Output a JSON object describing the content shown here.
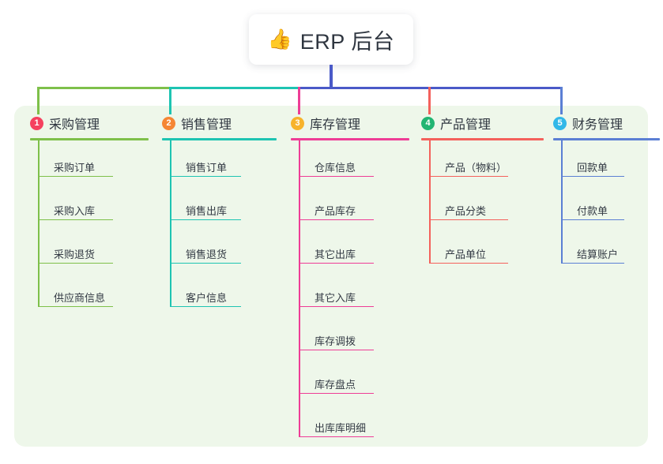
{
  "root": {
    "icon": "thumbs-up-icon",
    "emoji": "👍",
    "title": "ERP 后台"
  },
  "panel": {
    "background": "#eef7ea"
  },
  "trunk_color": "#4a5ac8",
  "columns": [
    {
      "index": "1",
      "title": "采购管理",
      "badge_color": "#f5415f",
      "line_color": "#7ec04a",
      "items": [
        "采购订单",
        "采购入库",
        "采购退货",
        "供应商信息"
      ]
    },
    {
      "index": "2",
      "title": "销售管理",
      "badge_color": "#f58634",
      "line_color": "#1ec4b2",
      "items": [
        "销售订单",
        "销售出库",
        "销售退货",
        "客户信息"
      ]
    },
    {
      "index": "3",
      "title": "库存管理",
      "badge_color": "#f7b32b",
      "line_color": "#ee3d96",
      "items": [
        "仓库信息",
        "产品库存",
        "其它出库",
        "其它入库",
        "库存调拨",
        "库存盘点",
        "出库库明细"
      ]
    },
    {
      "index": "4",
      "title": "产品管理",
      "badge_color": "#22b573",
      "line_color": "#f4615c",
      "items": [
        "产品（物料）",
        "产品分类",
        "产品单位"
      ]
    },
    {
      "index": "5",
      "title": "财务管理",
      "badge_color": "#32b8e8",
      "line_color": "#5b7fd4",
      "items": [
        "回款单",
        "付款单",
        "结算账户"
      ]
    }
  ]
}
